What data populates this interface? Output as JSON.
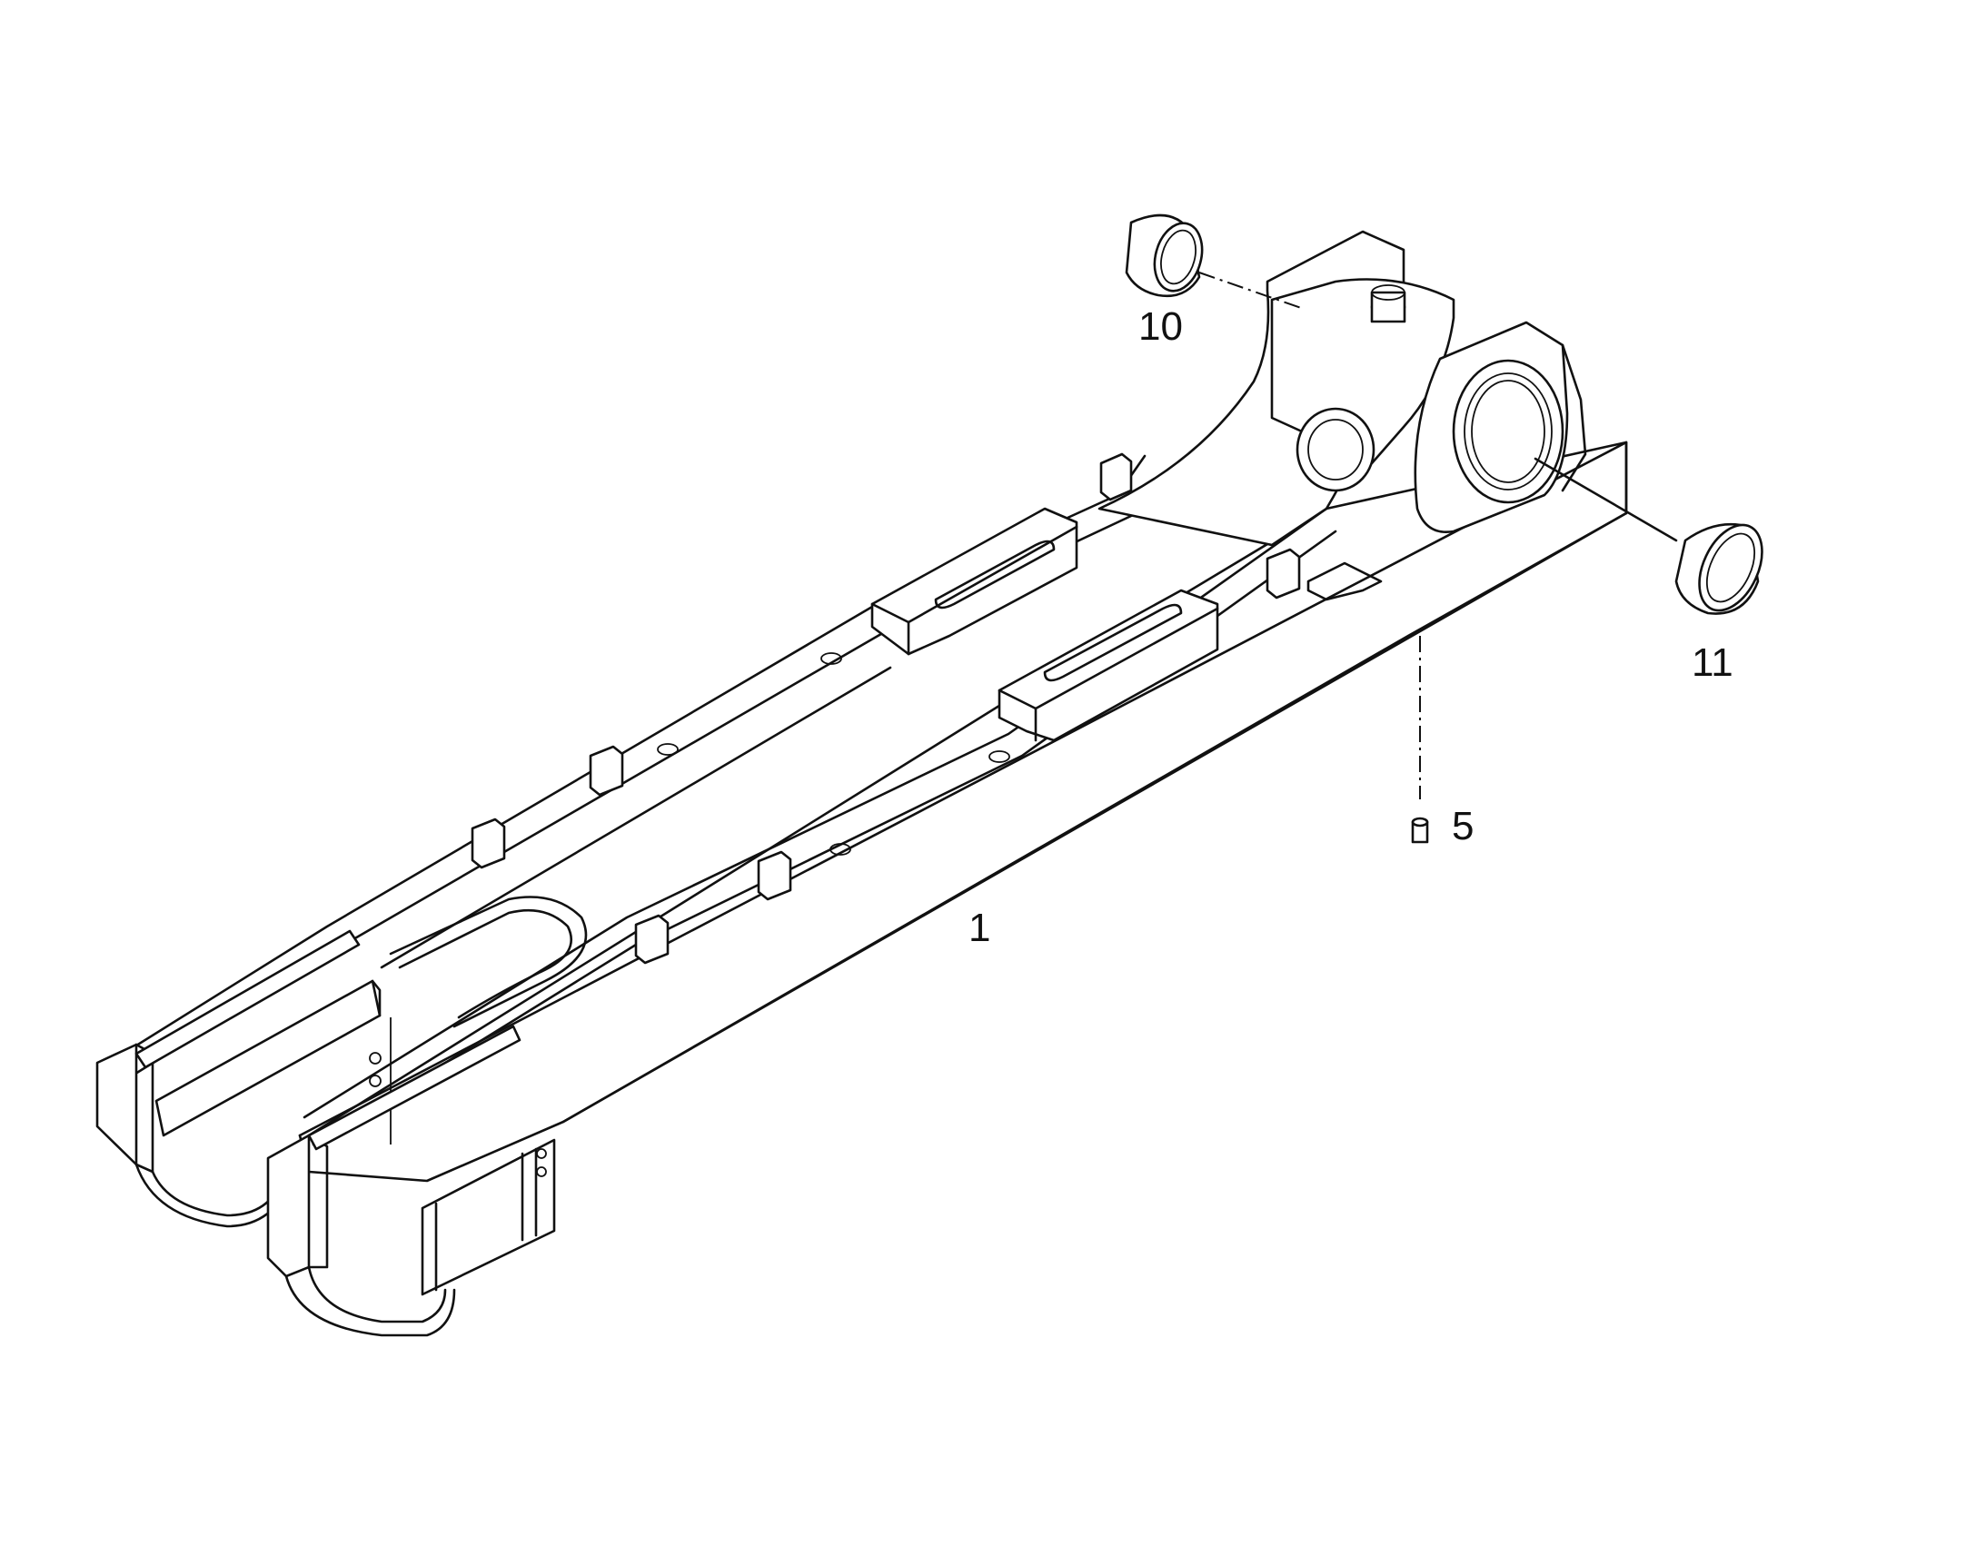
{
  "callouts": {
    "part_1": "1",
    "part_5": "5",
    "part_10": "10",
    "part_11": "11"
  }
}
